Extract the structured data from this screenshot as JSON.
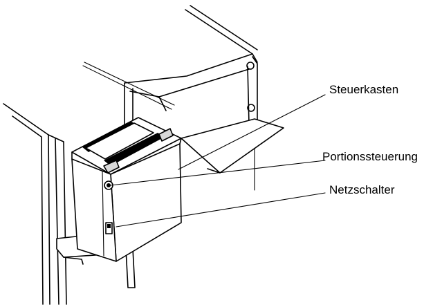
{
  "labels": {
    "steuerkasten": "Steuerkasten",
    "portionssteuerung": "Portionssteuerung",
    "netzschalter": "Netzschalter"
  },
  "colors": {
    "line": "#000000",
    "background": "#ffffff"
  }
}
